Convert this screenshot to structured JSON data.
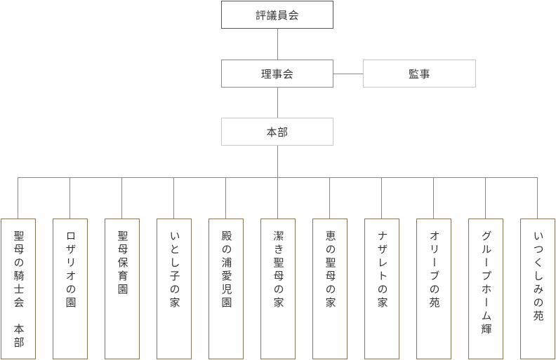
{
  "council": "評議員会",
  "board": "理事会",
  "auditor": "監事",
  "headquarters": "本部",
  "units": [
    "聖母の騎士会　本部",
    "ロザリオの園",
    "聖母保育園",
    "いとし子の家",
    "殿の浦愛児園",
    "潔き聖母の家",
    "恵の聖母の家",
    "ナザレトの家",
    "オリーブの苑",
    "グループホーム輝",
    "いつくしみの苑"
  ]
}
